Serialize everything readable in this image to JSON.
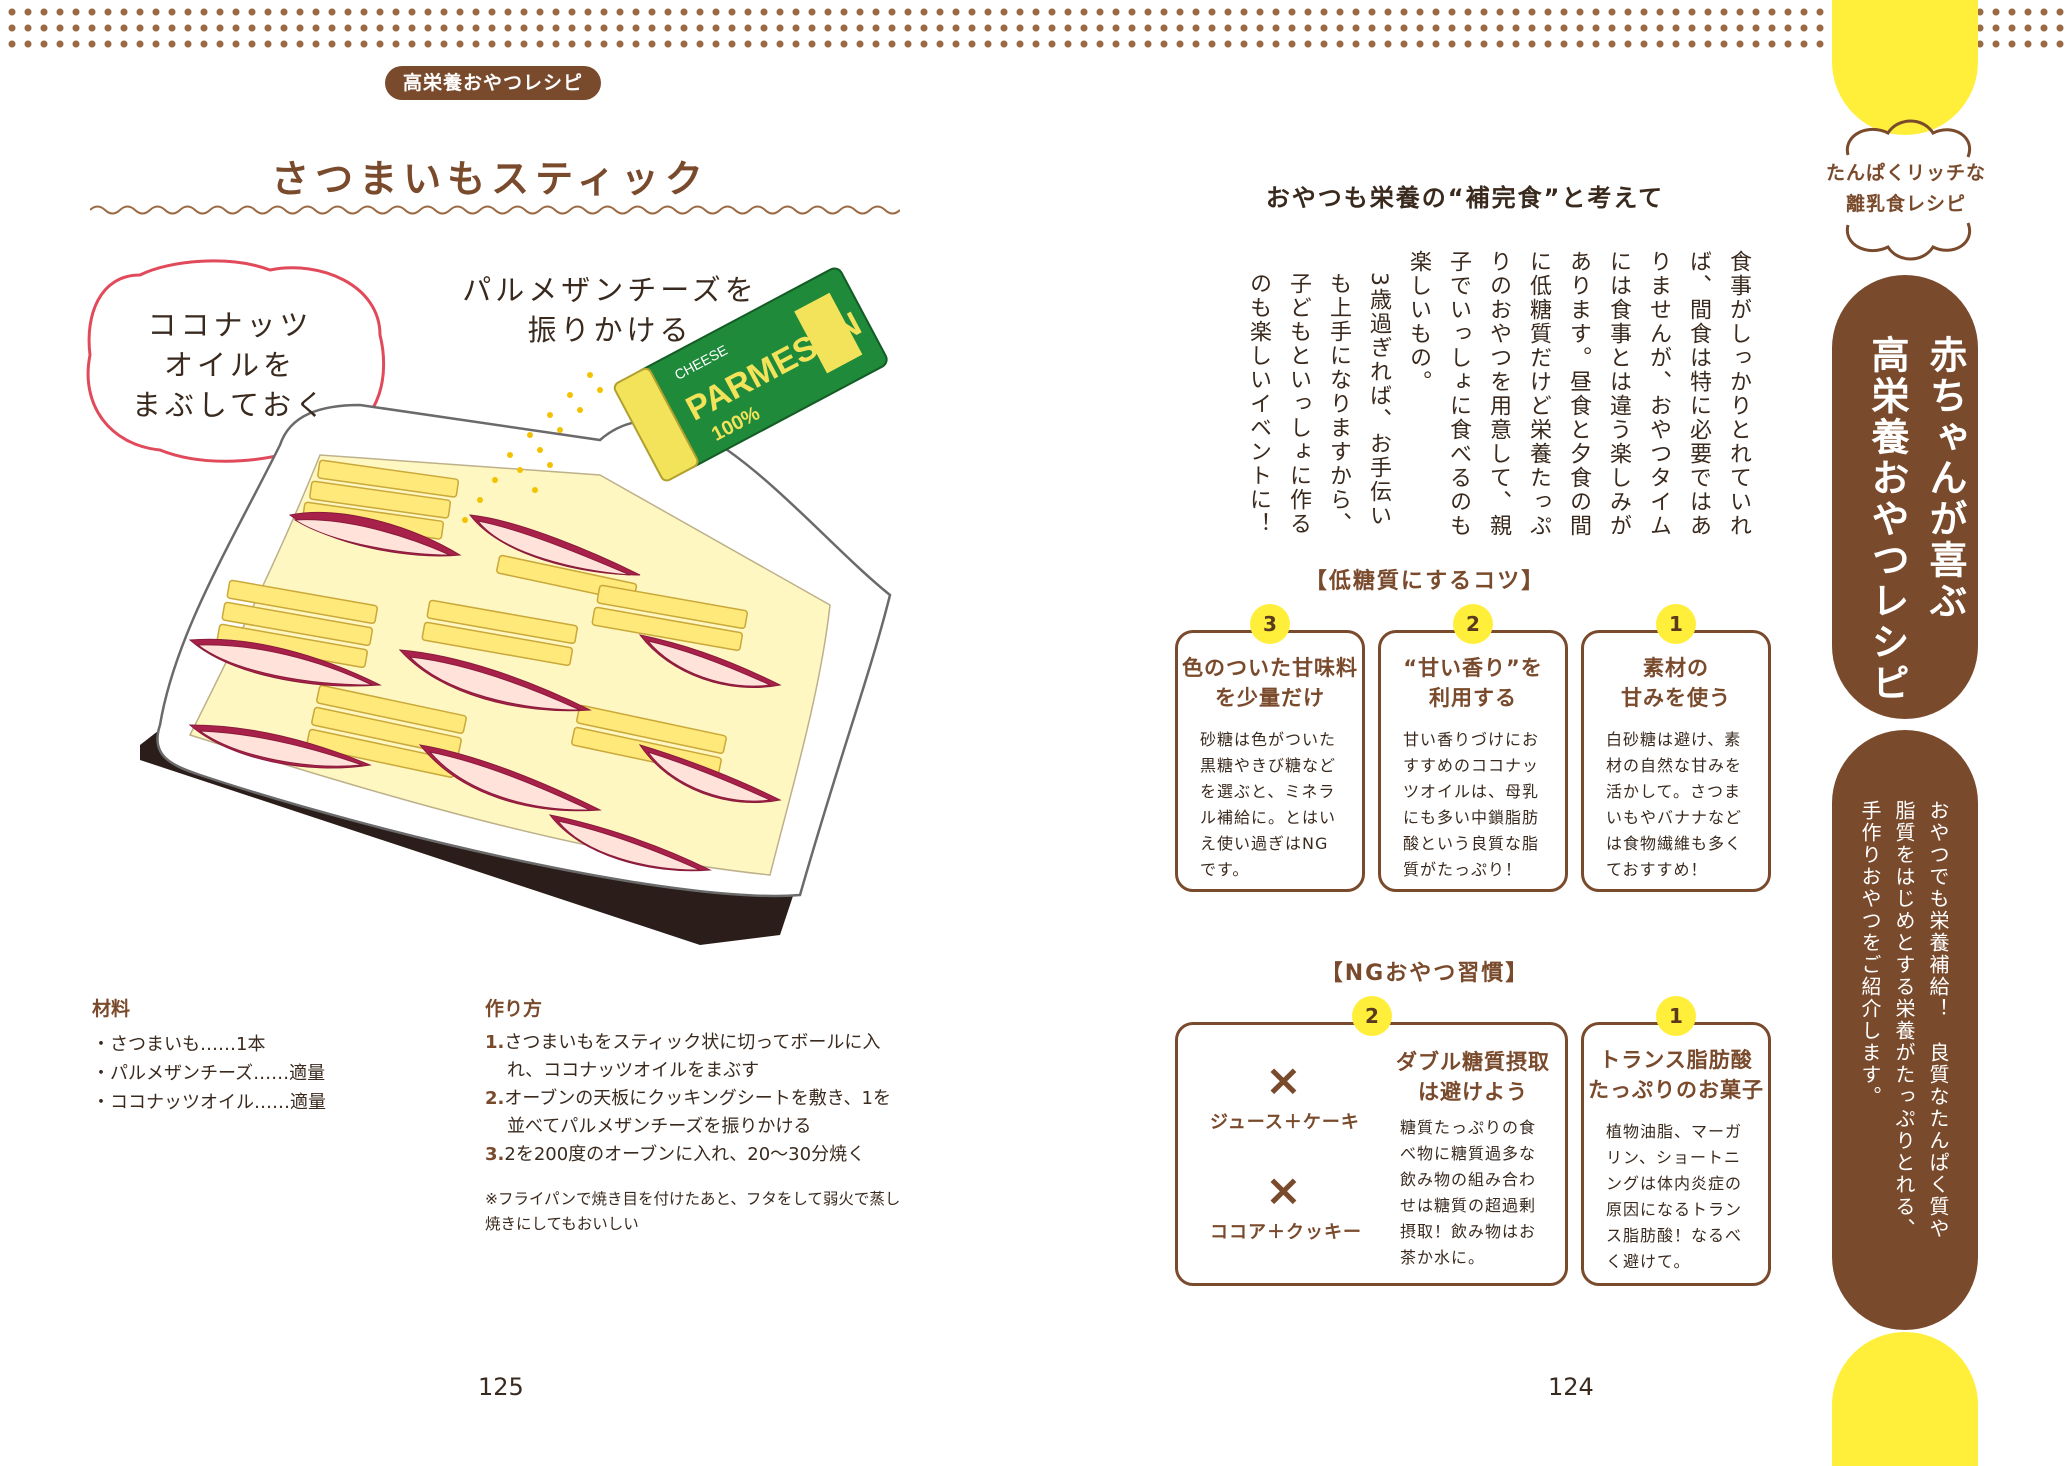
{
  "left_page": {
    "tag": "高栄養おやつレシピ",
    "title": "さつまいもスティック",
    "bubble_lines": [
      "ココナッツ",
      "オイルを",
      "まぶしておく"
    ],
    "sprinkle_lines": [
      "パルメザンチーズを",
      "振りかける"
    ],
    "can_label": "PARMESAN",
    "can_sub": "100%",
    "can_brand": "CHEESE",
    "materials_heading": "材料",
    "materials": [
      "さつまいも……1本",
      "パルメザンチーズ……適量",
      "ココナッツオイル……適量"
    ],
    "howto_heading": "作り方",
    "steps": [
      {
        "num": "1.",
        "text": "さつまいもをスティック状に切ってボールに入れ、ココナッツオイルをまぶす"
      },
      {
        "num": "2.",
        "text": "オーブンの天板にクッキングシートを敷き、1を並べてパルメザンチーズを振りかける"
      },
      {
        "num": "3.",
        "text": "2を200度のオーブンに入れ、20〜30分焼く"
      }
    ],
    "note": "※フライパンで焼き目を付けたあと、フタをして弱火で蒸し焼きにしてもおいしい",
    "page_number": "125"
  },
  "right_page": {
    "heading": "おやつも栄養の“補完食”と考えて",
    "body_paragraphs": [
      "食事がしっかりとれていれば、間食は特に必要ではありませんが、おやつタイムには食事とは違う楽しみがあります。昼食と夕食の間に低糖質だけど栄養たっぷりのおやつを用意して、親子でいっしょに食べるのも楽しいもの。",
      "3歳過ぎれば、お手伝いも上手になりますから、子どもといっしょに作るのも楽しいイベントに！"
    ],
    "tips_heading": "【低糖質にするコツ】",
    "tips": [
      {
        "badge": "1",
        "title_lines": [
          "素材の",
          "甘みを使う"
        ],
        "body": "白砂糖は避け、素材の自然な甘みを活かして。さつまいもやバナナなどは食物繊維も多くておすすめ！"
      },
      {
        "badge": "2",
        "title_lines": [
          "“甘い香り”を",
          "利用する"
        ],
        "body": "甘い香りづけにおすすめのココナッツオイルは、母乳にも多い中鎖脂肪酸という良質な脂質がたっぷり！"
      },
      {
        "badge": "3",
        "title_lines": [
          "色のついた甘味料",
          "を少量だけ"
        ],
        "body": "砂糖は色がついた黒糖やきび糖などを選ぶと、ミネラル補給に。とはいえ使い過ぎはNGです。"
      }
    ],
    "ng_heading": "【NGおやつ習慣】",
    "ng": [
      {
        "badge": "1",
        "title_lines": [
          "トランス脂肪酸",
          "たっぷりのお菓子"
        ],
        "body": "植物油脂、マーガリン、ショートニングは体内炎症の原因になるトランス脂肪酸！なるべく避けて。"
      },
      {
        "badge": "2",
        "title_lines": [
          "ダブル糖質摂取",
          "は避けよう"
        ],
        "body": "糖質たっぷりの食べ物に糖質過多な飲み物の組み合わせは糖質の超過剰摂取！飲み物はお茶か水に。",
        "cross": "×",
        "combo1": "ジュース＋ケーキ",
        "combo2": "ココア＋クッキー"
      }
    ],
    "page_number": "124"
  },
  "side_tab": {
    "cloud_lines": [
      "たんぱくリッチな",
      "離乳食レシピ"
    ],
    "big_lines": [
      "赤ちゃんが喜ぶ",
      "高栄養おやつレシピ"
    ],
    "intro": "おやつでも栄養補給！　良質なたんぱく質や脂質をはじめとする栄養がたっぷりとれる、手作りおやつをご紹介します。"
  },
  "colors": {
    "brown": "#7a4a2c",
    "yellow": "#ffef3a",
    "bubble_red": "#e04a5a",
    "purple": "#a8214a"
  }
}
